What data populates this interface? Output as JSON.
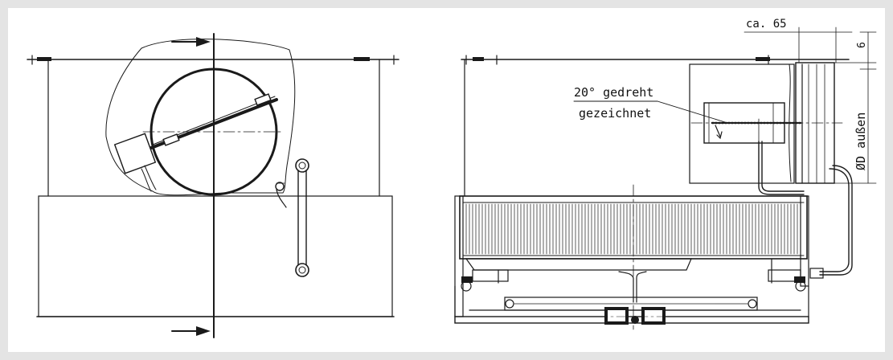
{
  "annotations": {
    "offset": "ca. 65",
    "thickness": "6",
    "rotation_line1": "20° gedreht",
    "rotation_line2": "gezeichnet",
    "diameter": "ØD außen"
  }
}
